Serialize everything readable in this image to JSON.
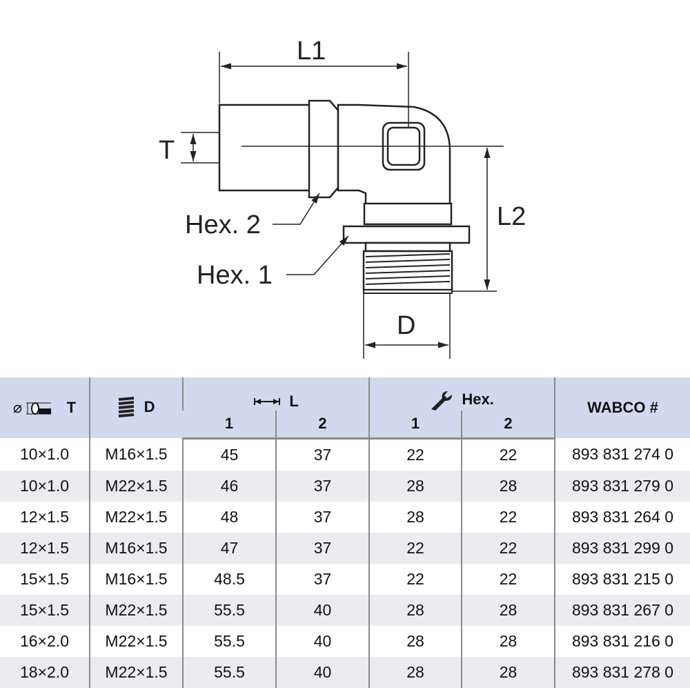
{
  "diagram": {
    "labels": {
      "l1": "L1",
      "l2": "L2",
      "t": "T",
      "d": "D",
      "hex1": "Hex. 1",
      "hex2": "Hex. 2"
    }
  },
  "table": {
    "headers": {
      "t": "T",
      "d": "D",
      "l": "L",
      "hex": "Hex.",
      "wabco": "WABCO #",
      "sub1": "1",
      "sub2": "2",
      "diameter_symbol": "⌀"
    },
    "icons": {
      "t": "tube-icon",
      "d": "thread-icon",
      "l": "length-arrow-icon",
      "hex": "wrench-icon"
    },
    "rows": [
      [
        "10×1.0",
        "M16×1.5",
        "45",
        "37",
        "22",
        "22",
        "893 831 274 0"
      ],
      [
        "10×1.0",
        "M22×1.5",
        "46",
        "37",
        "28",
        "28",
        "893 831 279 0"
      ],
      [
        "12×1.5",
        "M22×1.5",
        "48",
        "37",
        "28",
        "22",
        "893 831 264 0"
      ],
      [
        "12×1.5",
        "M16×1.5",
        "47",
        "37",
        "22",
        "22",
        "893 831 299 0"
      ],
      [
        "15×1.5",
        "M16×1.5",
        "48.5",
        "37",
        "22",
        "22",
        "893 831 215 0"
      ],
      [
        "15×1.5",
        "M22×1.5",
        "55.5",
        "40",
        "28",
        "28",
        "893 831 267 0"
      ],
      [
        "16×2.0",
        "M22×1.5",
        "55.5",
        "40",
        "28",
        "28",
        "893 831 216 0"
      ],
      [
        "18×2.0",
        "M22×1.5",
        "55.5",
        "40",
        "28",
        "28",
        "893 831 278 0"
      ]
    ]
  },
  "colors": {
    "header_bg": "#d4d8ee",
    "alt_row": "#ececf0"
  }
}
